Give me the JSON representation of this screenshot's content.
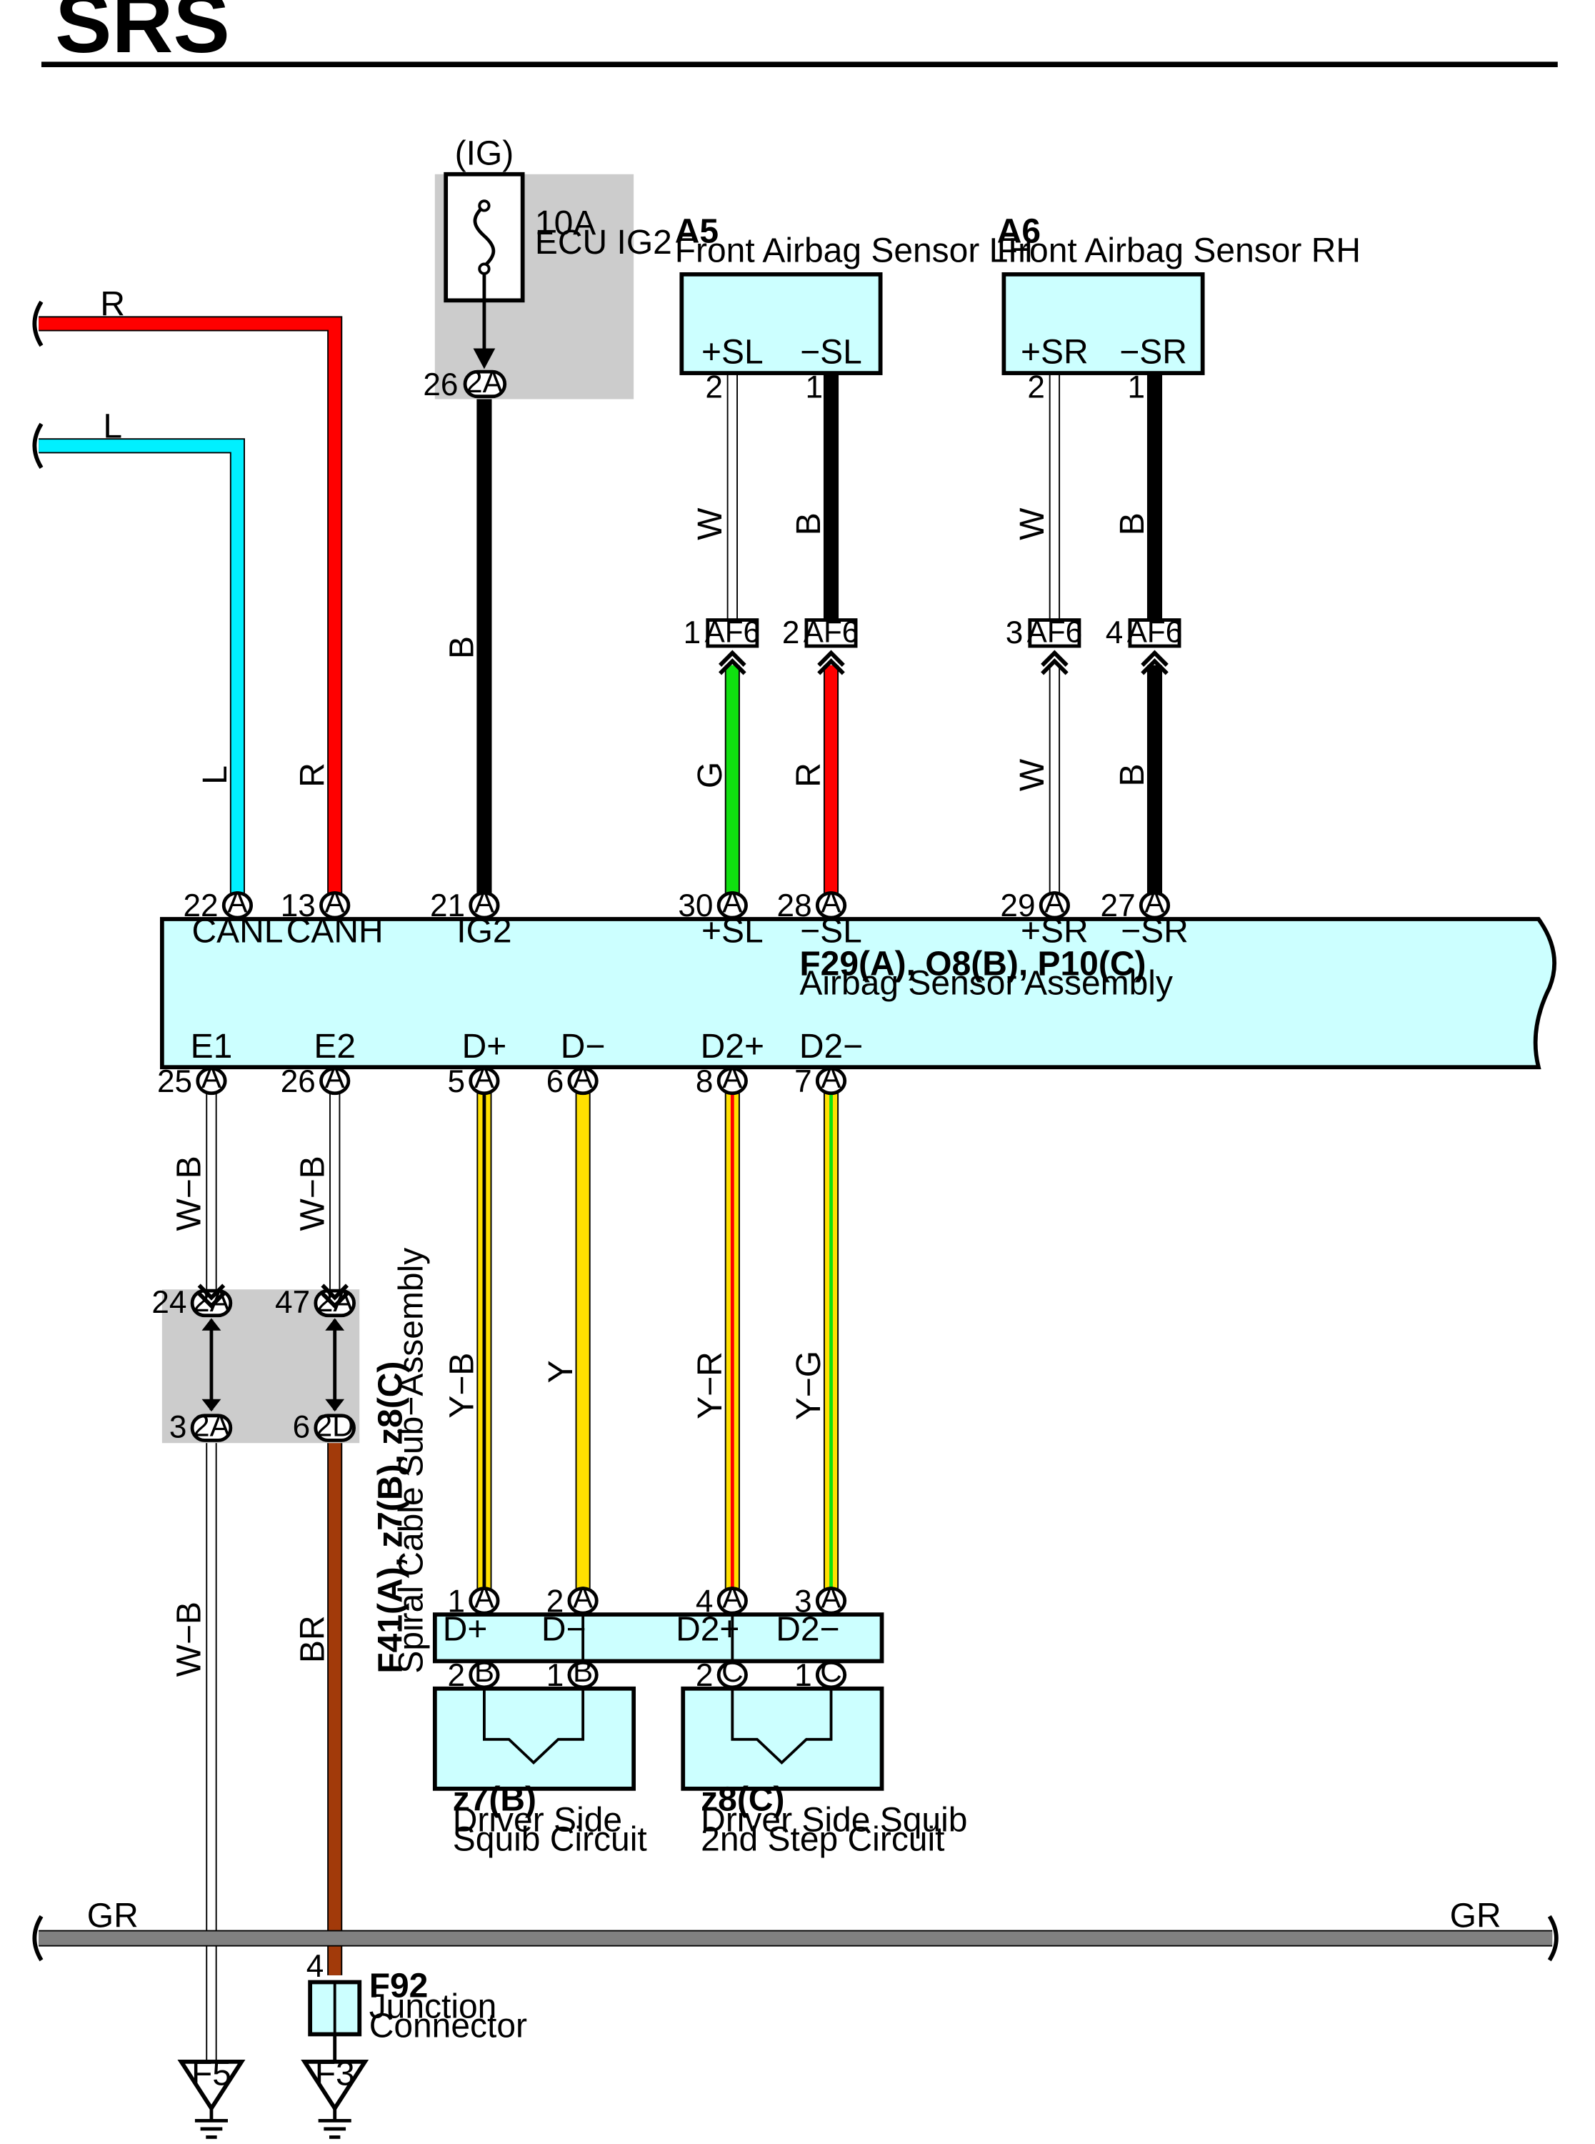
{
  "title": "SRS",
  "colors": {
    "R": "#ff0000",
    "L": "#00f0ff",
    "B": "#000000",
    "G": "#10e010",
    "W": "#ffffff",
    "Y": "#ffe000",
    "BR": "#a23a0a",
    "GR": "#808080",
    "box_fill": "#ccffff",
    "shade": "#cccccc"
  },
  "fuse": {
    "source": "(IG)",
    "rating": "10A",
    "name": "ECU IG2",
    "pin": "26",
    "connector": "2A"
  },
  "a5": {
    "id": "A5",
    "name": "Front Airbag Sensor LH",
    "term_pos": "+SL",
    "term_neg": "−SL",
    "pin_pos": "2",
    "pin_neg": "1",
    "wire_pos": "W",
    "wire_neg": "B"
  },
  "a6": {
    "id": "A6",
    "name": "Front Airbag Sensor RH",
    "term_pos": "+SR",
    "term_neg": "−SR",
    "pin_pos": "2",
    "pin_neg": "1",
    "wire_pos": "W",
    "wire_neg": "B"
  },
  "af6": {
    "connector": "AF6",
    "pins": [
      "1",
      "2",
      "3",
      "4"
    ]
  },
  "left_wires": {
    "red": "R",
    "blue": "L"
  },
  "upper_wire_labels": {
    "can_l": "L",
    "can_h": "R",
    "ig2": "B",
    "sl_pos": "G",
    "sl_neg": "R",
    "sr_pos": "W",
    "sr_neg": "B"
  },
  "main": {
    "title": "F29(A), O8(B), P10(C)",
    "name": "Airbag Sensor Assembly",
    "connector": "A",
    "top_pins": [
      "22",
      "13",
      "21",
      "30",
      "28",
      "29",
      "27"
    ],
    "top_terms": [
      "CANL",
      "CANH",
      "IG2",
      "+SL",
      "−SL",
      "+SR",
      "−SR"
    ],
    "bottom_pins": [
      "25",
      "26",
      "5",
      "6",
      "8",
      "7"
    ],
    "bottom_terms": [
      "E1",
      "E2",
      "D+",
      "D−",
      "D2+",
      "D2−"
    ]
  },
  "lower_wire_labels": {
    "e1": "W−B",
    "e2": "W−B",
    "d_pos": "Y−B",
    "d_neg": "Y",
    "d2_pos": "Y−R",
    "d2_neg": "Y−G"
  },
  "junction_2a": {
    "pins_top": [
      "24",
      "47"
    ],
    "conn_top": "2A",
    "pins_bottom": [
      "3",
      "6"
    ],
    "conn_bottom": [
      "2A",
      "2D"
    ]
  },
  "ground_wire_labels": {
    "e1": "W−B",
    "e2": "BR"
  },
  "spiral": {
    "title": "F41(A), z7(B), z8(C)",
    "name": "Spiral Cable Sub−Assembly",
    "top_pins": [
      "1",
      "2",
      "4",
      "3"
    ],
    "top_conn": "A",
    "terms": [
      "D+",
      "D−",
      "D2+",
      "D2−"
    ],
    "bottom_pins": [
      "2",
      "1",
      "2",
      "1"
    ],
    "bottom_conn": [
      "B",
      "B",
      "C",
      "C"
    ]
  },
  "squib1": {
    "id": "z7(B)",
    "line1": "Driver Side",
    "line2": "Squib Circuit"
  },
  "squib2": {
    "id": "z8(C)",
    "line1": "Driver Side Squib",
    "line2": "2nd Step Circuit"
  },
  "gr_bus": {
    "left": "GR",
    "right": "GR"
  },
  "f92": {
    "id": "F92",
    "line1": "Junction",
    "line2": "Connector",
    "pin": "4"
  },
  "grounds": [
    "F5",
    "F3"
  ]
}
